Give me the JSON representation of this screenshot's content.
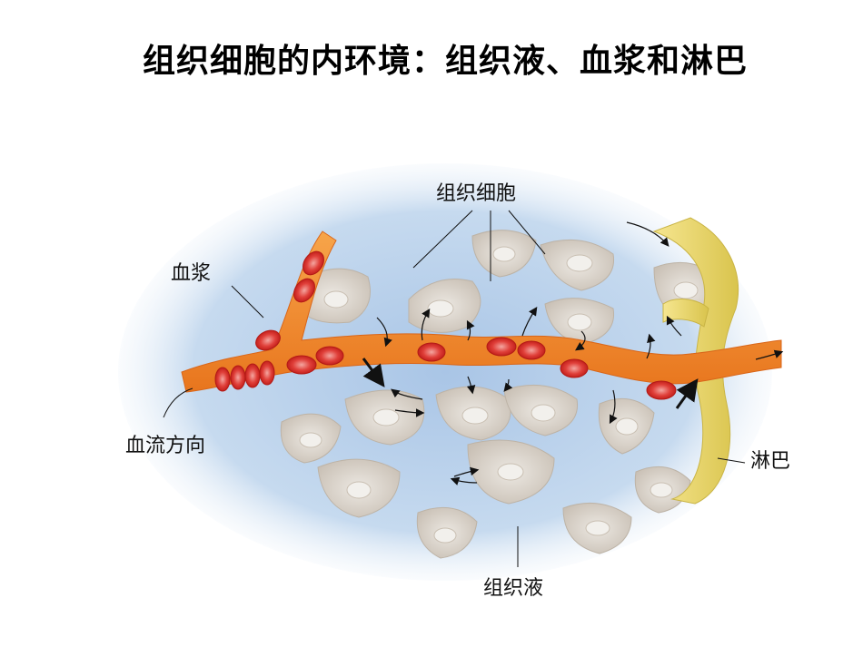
{
  "title": "组织细胞的内环境：组织液、血浆和淋巴",
  "diagram": {
    "labels": {
      "tissue_cell": "组织细胞",
      "plasma": "血浆",
      "blood_flow_direction": "血流方向",
      "lymph": "淋巴",
      "tissue_fluid": "组织液"
    },
    "colors": {
      "background_fluid": "#b9d2ec",
      "tissue_cell": "#d6cfc6",
      "cell_nucleus": "#f2f0ec",
      "blood_vessel": "#f08a2a",
      "red_blood_cell": "#dd2a26",
      "lymph_vessel": "#f2df78"
    }
  }
}
